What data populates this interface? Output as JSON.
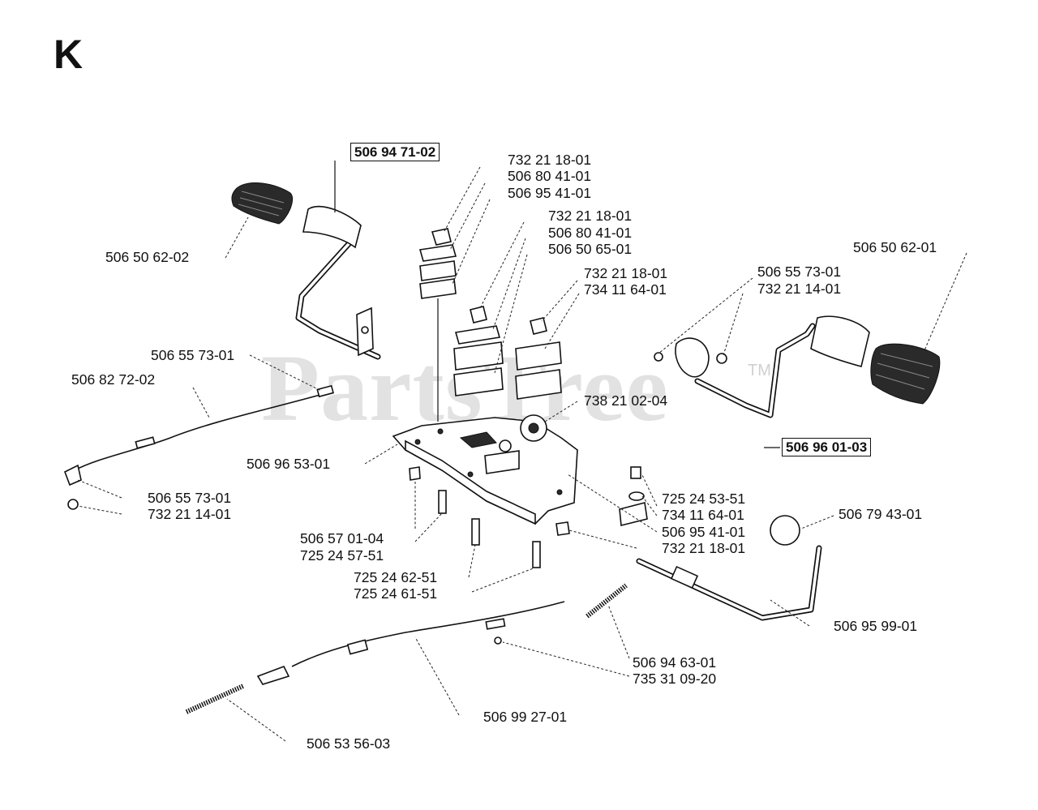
{
  "sheet": {
    "letter": "K"
  },
  "watermark": {
    "text": "PartsTree",
    "tm": "TM"
  },
  "labels": {
    "l01": "506 94 71-02",
    "l02": "732 21 18-01",
    "l03": "506 80 41-01",
    "l04": "506 95 41-01",
    "l05": "732 21 18-01",
    "l06": "506 80 41-01",
    "l07": "506 50 65-01",
    "l08": "732 21 18-01",
    "l09": "734 11 64-01",
    "l10": "506 50 62-02",
    "l11": "506 50 62-01",
    "l12": "506 55 73-01",
    "l13": "732 21 14-01",
    "l14": "506 55 73-01",
    "l15": "506 82 72-02",
    "l16": "738 21 02-04",
    "l17": "506 96 01-03",
    "l18": "506 96 53-01",
    "l19": "506 55 73-01",
    "l20": "732 21 14-01",
    "l21": "725 24 53-51",
    "l22": "734 11 64-01",
    "l23": "506 95 41-01",
    "l24": "732 21 18-01",
    "l25": "506 79 43-01",
    "l26": "506 57 01-04",
    "l27": "725 24 57-51",
    "l28": "725 24 62-51",
    "l29": "725 24 61-51",
    "l30": "506 95 99-01",
    "l31": "506 94 63-01",
    "l32": "735 31 09-20",
    "l33": "506 99 27-01",
    "l34": "506 53 56-03"
  }
}
